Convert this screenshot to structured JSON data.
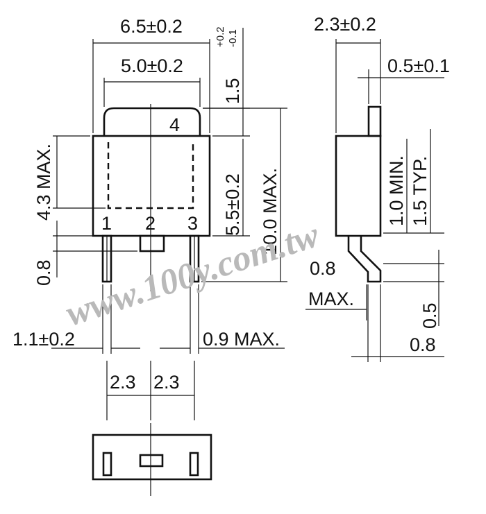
{
  "front_view": {
    "width_outer": "6.5±0.2",
    "width_tab": "5.0±0.2",
    "tab_height": "1.5",
    "tab_height_tol_upper": "+0.2",
    "tab_height_tol_lower": "-0.1",
    "body_height": "4.3 MAX.",
    "body_length": "5.5±0.2",
    "total_length": "10.0 MAX.",
    "lead_step": "0.8",
    "lead_width_left": "1.1±0.2",
    "lead_width_right": "0.9 MAX.",
    "pitch_left": "2.3",
    "pitch_right": "2.3",
    "pin_numbers": [
      "1",
      "2",
      "3",
      "4"
    ]
  },
  "side_view": {
    "thickness": "2.3±0.2",
    "tab_thickness": "0.5±0.1",
    "lead_min": "1.0 MIN.",
    "lead_typ": "1.5 TYP.",
    "standoff": "0.8",
    "standoff_max": "MAX.",
    "lead_bend": "0.5",
    "lead_end": "0.8"
  },
  "watermark": "www.100y.com.tw"
}
